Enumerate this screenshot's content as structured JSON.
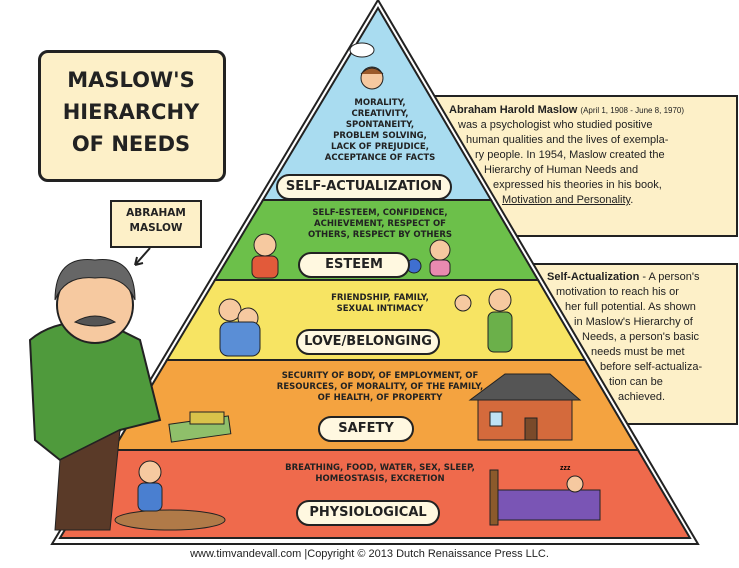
{
  "title": "MASLOW'S HIERARCHY OF NEEDS",
  "title_lines": [
    "MASLOW'S",
    "HIERARCHY",
    "OF NEEDS"
  ],
  "person_label_lines": [
    "ABRAHAM",
    "MASLOW"
  ],
  "levels": [
    {
      "name": "SELF-ACTUALIZATION",
      "color": "#a9dcf0",
      "needs": [
        "MORALITY,",
        "CREATIVITY,",
        "SPONTANEITY,",
        "PROBLEM SOLVING,",
        "LACK OF PREJUDICE,",
        "ACCEPTANCE OF FACTS"
      ]
    },
    {
      "name": "ESTEEM",
      "color": "#6cc04a",
      "needs": [
        "SELF-ESTEEM, CONFIDENCE,",
        "ACHIEVEMENT, RESPECT OF",
        "OTHERS, RESPECT BY OTHERS"
      ]
    },
    {
      "name": "LOVE/BELONGING",
      "color": "#f7e463",
      "needs": [
        "FRIENDSHIP, FAMILY,",
        "SEXUAL INTIMACY"
      ]
    },
    {
      "name": "SAFETY",
      "color": "#f4a340",
      "needs": [
        "SECURITY OF BODY, OF EMPLOYMENT, OF",
        "RESOURCES, OF MORALITY, OF THE FAMILY,",
        "OF HEALTH, OF PROPERTY"
      ]
    },
    {
      "name": "PHYSIOLOGICAL",
      "color": "#ef6a4c",
      "needs": [
        "BREATHING, FOOD, WATER, SEX, SLEEP,",
        "HOMEOSTASIS, EXCRETION"
      ]
    }
  ],
  "bio": {
    "name": "Abraham Harold Maslow",
    "dates": "(April 1, 1908 - June 8, 1970)",
    "lines": [
      "was a psychologist who studied positive",
      "human qualities and the lives of exempla-",
      "ry people. In 1954, Maslow created the",
      "Hierarchy of Human Needs and",
      "expressed his theories in his book,"
    ],
    "book": "Motivation and Personality",
    "book_suffix": "."
  },
  "definition": {
    "term": "Self-Actualization",
    "first_line": " - A person's",
    "lines": [
      "motivation to reach his or",
      "her full potential. As shown",
      "in Maslow's Hierarchy of",
      "Needs, a person's basic",
      "needs must be met",
      "before self-actualiza-",
      "tion can be",
      "achieved."
    ]
  },
  "footer": "www.timvandevall.com |Copyright © 2013 Dutch Renaissance Press LLC.",
  "sleep_text": "zzz"
}
